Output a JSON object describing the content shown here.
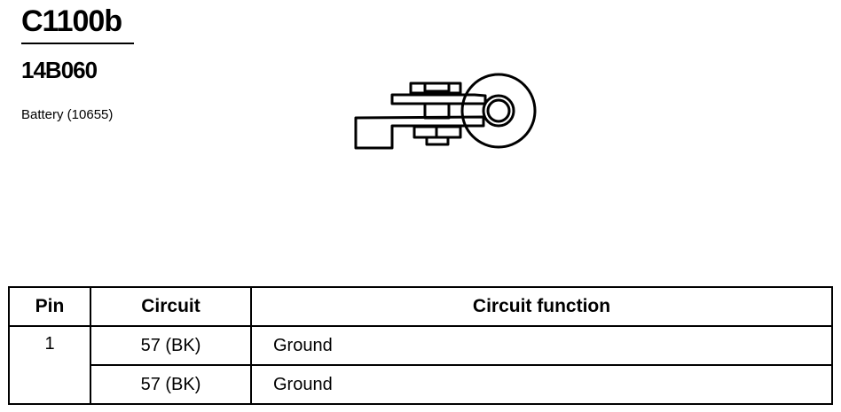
{
  "header": {
    "connector_id": "C1100b",
    "part_number": "14B060",
    "description": "Battery (10655)"
  },
  "pin_table": {
    "columns": [
      "Pin",
      "Circuit",
      "Circuit function"
    ],
    "rows": [
      {
        "pin": "1",
        "circuit": "57 (BK)",
        "function": "Ground"
      },
      {
        "pin": "",
        "circuit": "57 (BK)",
        "function": "Ground"
      }
    ]
  },
  "connector_illustration": {
    "icon": "battery-terminal-icon",
    "stroke_color": "#000000"
  }
}
